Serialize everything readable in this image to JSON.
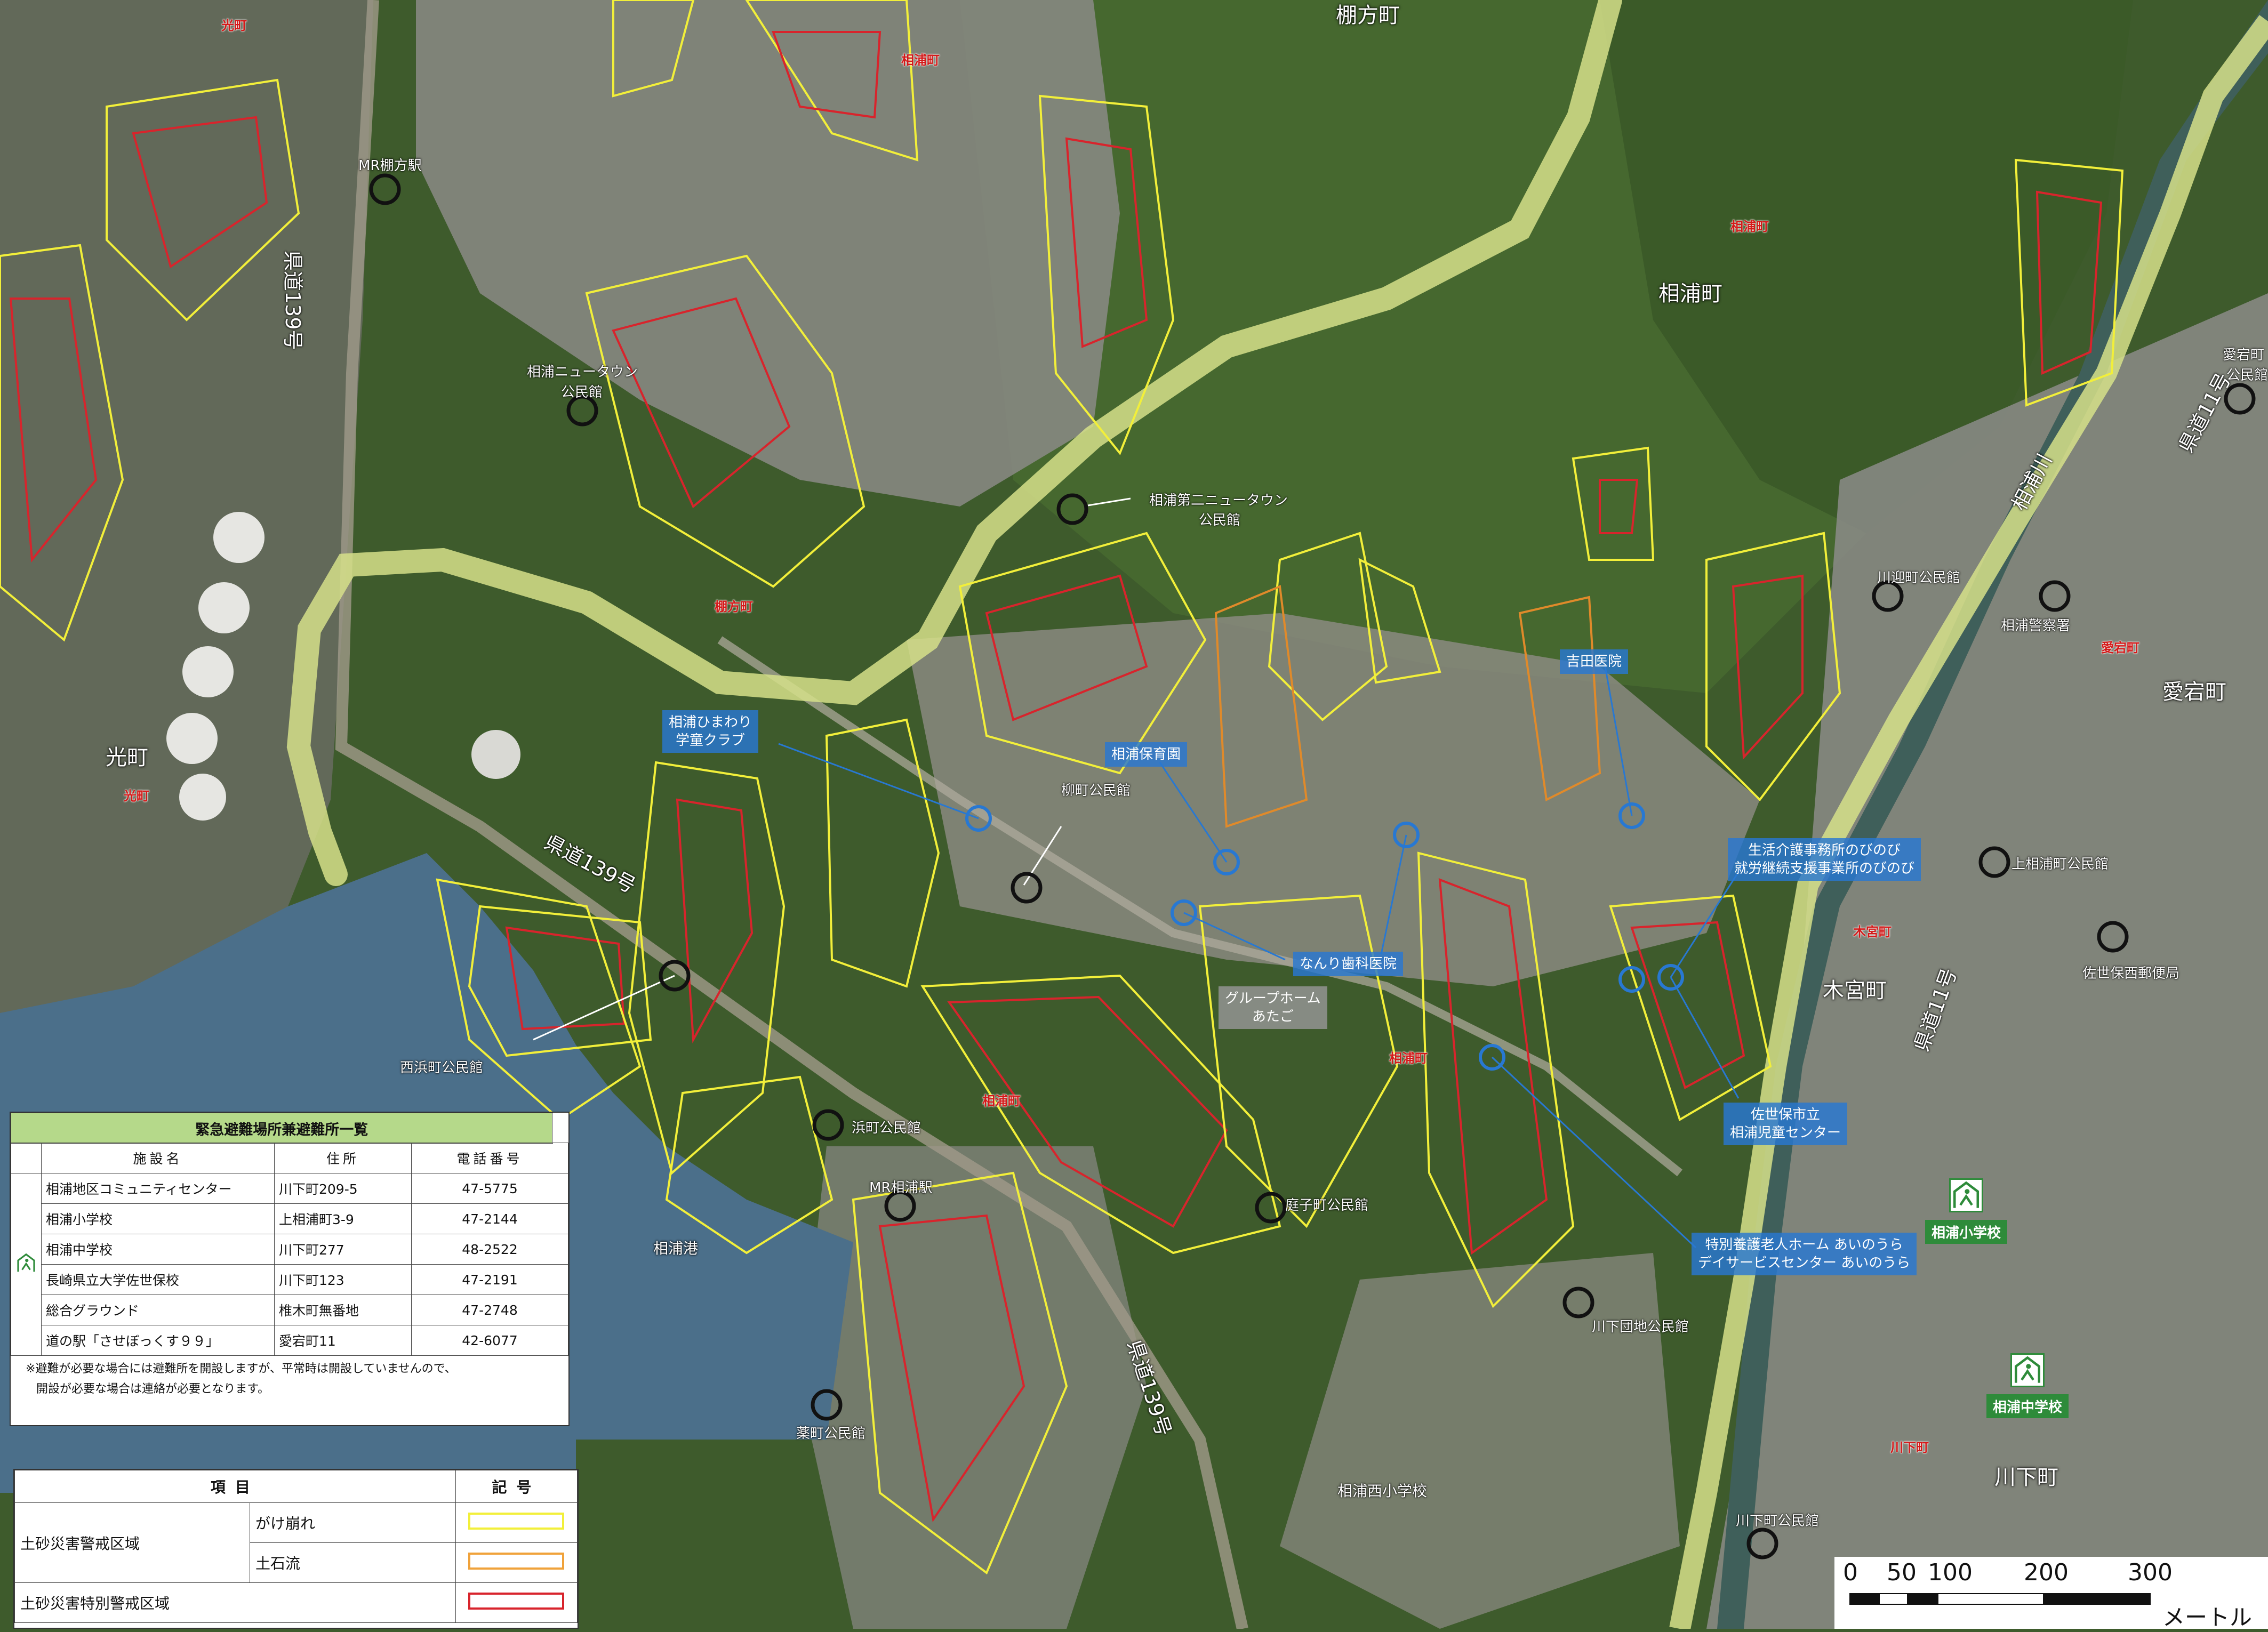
{
  "places": {
    "tanakata": "棚方町",
    "ainoura": "相浦町",
    "hikari": "光町",
    "atago": "愛宕町",
    "kimiya": "木宮町",
    "kawashimo": "川下町",
    "ainoura_port": "相浦港",
    "ainoura_river": "相浦川",
    "red_ainoura_1": "相浦町",
    "red_ainoura_2": "相浦町",
    "red_ainoura_3": "相浦町",
    "red_tanakata": "棚方町",
    "red_hikari_1": "光町",
    "red_hikari_2": "光町",
    "red_atago": "愛宕町",
    "red_kimiya": "木宮町",
    "red_ainoura_4": "相浦町",
    "red_kawashimo": "川下町"
  },
  "roads": {
    "r139_a": "県道139号",
    "r139_b": "県道139号",
    "r139_c": "県道139号",
    "r11": "県道11号",
    "r11b": "県道11号"
  },
  "shelters_map": {
    "mr_tanakata": "MR棚方駅",
    "newtown_1": "相浦ニュータウン",
    "newtown_2": "公民館",
    "second_newtown_1": "相浦第二ニュータウン",
    "second_newtown_2": "公民館",
    "yanagi": "柳町公民館",
    "nishihama": "西浜町公民館",
    "hama": "浜町公民館",
    "mr_ainoura": "MR相浦駅",
    "kusuri": "薬町公民館",
    "teishi": "庭子町公民館",
    "kawashimo_danchi": "川下団地公民館",
    "kawashimo": "川下町公民館",
    "kawamukai": "川迎町公民館",
    "police": "相浦警察署",
    "kamiainoura": "上相浦町公民館",
    "post": "佐世保西郵便局",
    "atago_hall_1": "愛宕町",
    "atago_hall_2": "公民館",
    "nishi_elem": "相浦西小学校"
  },
  "facilities": {
    "himawari": [
      "相浦ひまわり",
      "学童クラブ"
    ],
    "hoikuen": [
      "相浦保育園"
    ],
    "yoshida": [
      "吉田医院"
    ],
    "nobinobi": [
      "生活介護事務所のびのび",
      "就労継続支援事業所のびのび"
    ],
    "nanri": [
      "なんり歯科医院"
    ],
    "group_home": [
      "グループホーム",
      "あたご"
    ],
    "jidou": [
      "佐世保市立",
      "相浦児童センター"
    ],
    "ainoura_home": [
      "特別養護老人ホーム あいのうら",
      "デイサービスセンター あいのうら"
    ]
  },
  "schools": {
    "elementary": "相浦小学校",
    "junior": "相浦中学校"
  },
  "shelter_table": {
    "title": "緊急避難場所兼避難所一覧",
    "headers": [
      "施設名",
      "住所",
      "電話番号"
    ],
    "rows": [
      [
        "相浦地区コミュニティセンター",
        "川下町209-5",
        "47-5775"
      ],
      [
        "相浦小学校",
        "上相浦町3-9",
        "47-2144"
      ],
      [
        "相浦中学校",
        "川下町277",
        "48-2522"
      ],
      [
        "長崎県立大学佐世保校",
        "川下町123",
        "47-2191"
      ],
      [
        "総合グラウンド",
        "椎木町無番地",
        "47-2748"
      ],
      [
        "道の駅「させぼっくす９９」",
        "愛宕町11",
        "42-6077"
      ]
    ],
    "note_1": "※避難が必要な場合には避難所を開設しますが、平常時は開設していませんので、",
    "note_2": "開設が必要な場合は連絡が必要となります。"
  },
  "legend": {
    "col_item": "項目",
    "col_symbol": "記号",
    "category": "土砂災害警戒区域",
    "sub_1": "がけ崩れ",
    "sub_2": "土石流",
    "special": "土砂災害特別警戒区域",
    "colors": {
      "gake": "#f2ef3a",
      "doseki": "#f0a23a",
      "special": "#d8242c"
    }
  },
  "scale": {
    "ticks": [
      "0",
      "50",
      "100",
      "200",
      "300"
    ],
    "tick_values": [
      0,
      50,
      100,
      200,
      300
    ],
    "unit": "メートル"
  },
  "colors": {
    "forest": "#3e5b2c",
    "urban": "#8a8a86",
    "water": "#4b6f8a",
    "boundary": "#d6e08a",
    "hazard_yellow": "#f2ef3a",
    "hazard_red": "#d8242c",
    "hazard_orange": "#e08a2a",
    "facility_blue": "#2878d2"
  }
}
